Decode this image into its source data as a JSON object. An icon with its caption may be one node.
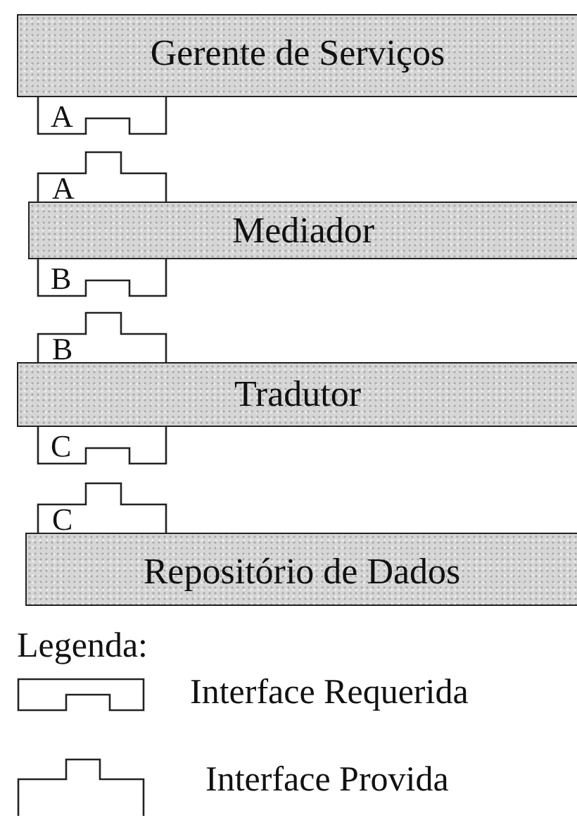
{
  "diagram": {
    "nodes": [
      {
        "text": [
          "Gerente de Serviços"
        ]
      },
      {
        "text": [
          "A"
        ]
      },
      {
        "text": [
          "A"
        ]
      },
      {
        "text": [
          "Mediador"
        ]
      },
      {
        "text": [
          "B"
        ]
      },
      {
        "text": [
          "B"
        ]
      },
      {
        "text": [
          "Tradutor"
        ]
      },
      {
        "text": [
          "C"
        ]
      },
      {
        "text": [
          "C"
        ]
      },
      {
        "text": [
          "Repositório de Dados"
        ]
      }
    ],
    "labels": [
      "Legenda:"
    ],
    "legend": [
      {
        "text": "Interface Requerida"
      },
      {
        "text": "Interface Provida"
      }
    ]
  }
}
